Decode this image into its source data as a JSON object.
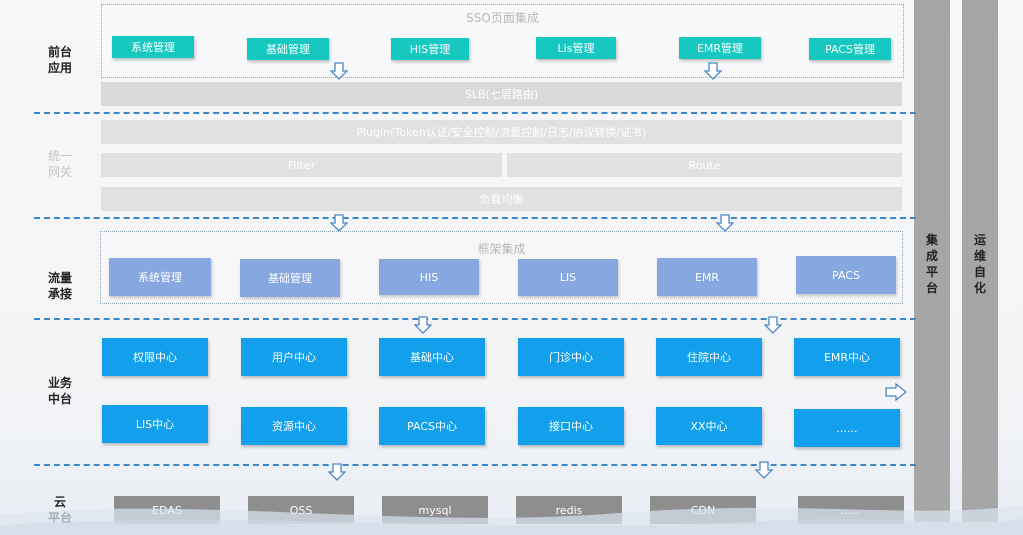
{
  "frontend": {
    "label": "前台\n应用",
    "box_title": "SSO页面集成",
    "items": [
      "系统管理",
      "基础管理",
      "HIS管理",
      "Lis管理",
      "EMR管理",
      "PACS管理"
    ],
    "slb": "SLB(七层路由)"
  },
  "gateway": {
    "label": "统一\n网关",
    "plugin": "Plugin(Token认证/安全控制/流量控制/日志/协议转换/证书)",
    "filter": "Filter",
    "route": "Route",
    "lb": "负载均衡"
  },
  "traffic": {
    "label": "流量\n承接",
    "box_title": "框架集成",
    "items": [
      "系统管理",
      "基础管理",
      "HIS",
      "LIS",
      "EMR",
      "PACS"
    ]
  },
  "business": {
    "label": "业务\n中台",
    "row1": [
      "权限中心",
      "用户中心",
      "基础中心",
      "门诊中心",
      "住院中心",
      "EMR中心"
    ],
    "row2": [
      "LIS中心",
      "资源中心",
      "PACS中心",
      "接口中心",
      "XX中心",
      "......"
    ]
  },
  "cloud": {
    "label": "云\n平台",
    "items": [
      "EDAS",
      "OSS",
      "mysql",
      "redis",
      "CDN",
      "......"
    ]
  },
  "side": {
    "integration": "集\n成\n平\n台",
    "ops": "运\n维\n自\n化"
  },
  "colors": {
    "teal": "#16c8c0",
    "lavender": "#86a7e0",
    "blue": "#12a0ec",
    "separator": "#3a87c8",
    "light_gray": "#d9d9d9",
    "dark_gray": "#8e8e8e"
  }
}
